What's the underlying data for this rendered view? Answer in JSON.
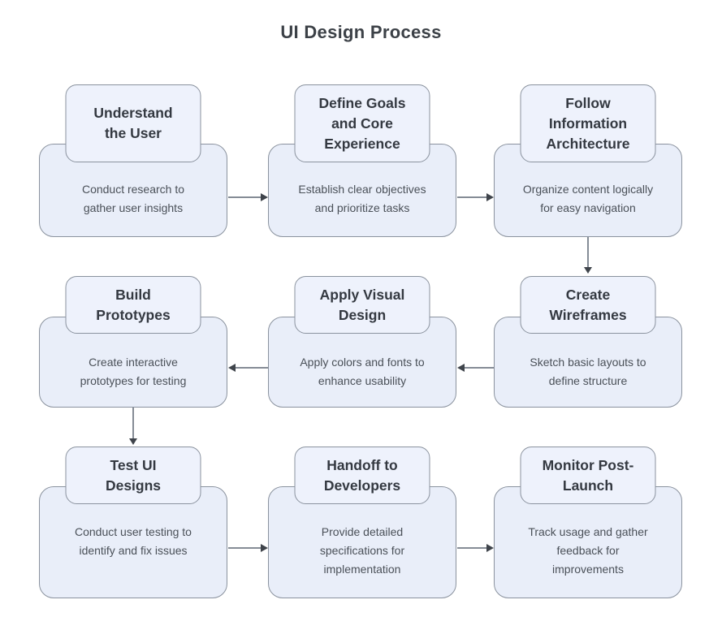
{
  "title": "UI Design Process",
  "colors": {
    "node_fill": "#e9eef9",
    "title_fill": "#eef2fc",
    "node_border": "#8a929e",
    "arrow_line": "#858c96",
    "arrow_head": "#3f444b",
    "heading_text": "#3c4147",
    "node_title_text": "#343941",
    "node_desc_text": "#4a5058"
  },
  "nodes": [
    {
      "id": "understand-the-user",
      "title": "Understand\nthe User",
      "description": "Conduct research to\ngather user insights"
    },
    {
      "id": "define-goals-and-core-experience",
      "title": "Define Goals\nand Core\nExperience",
      "description": "Establish clear objectives\nand prioritize tasks"
    },
    {
      "id": "follow-information-architecture",
      "title": "Follow\nInformation\nArchitecture",
      "description": "Organize content logically\nfor easy navigation"
    },
    {
      "id": "create-wireframes",
      "title": "Create\nWireframes",
      "description": "Sketch basic layouts to\ndefine structure"
    },
    {
      "id": "apply-visual-design",
      "title": "Apply Visual\nDesign",
      "description": "Apply colors and fonts to\nenhance usability"
    },
    {
      "id": "build-prototypes",
      "title": "Build\nPrototypes",
      "description": "Create interactive\nprototypes for testing"
    },
    {
      "id": "test-ui-designs",
      "title": "Test UI\nDesigns",
      "description": "Conduct user testing to\nidentify and fix issues"
    },
    {
      "id": "handoff-to-developers",
      "title": "Handoff to\nDevelopers",
      "description": "Provide detailed\nspecifications for\nimplementation"
    },
    {
      "id": "monitor-post-launch",
      "title": "Monitor Post-\nLaunch",
      "description": "Track usage and gather\nfeedback for\nimprovements"
    }
  ],
  "connections": [
    {
      "from": "understand-the-user",
      "to": "define-goals-and-core-experience",
      "direction": "right"
    },
    {
      "from": "define-goals-and-core-experience",
      "to": "follow-information-architecture",
      "direction": "right"
    },
    {
      "from": "follow-information-architecture",
      "to": "create-wireframes",
      "direction": "down"
    },
    {
      "from": "create-wireframes",
      "to": "apply-visual-design",
      "direction": "left"
    },
    {
      "from": "apply-visual-design",
      "to": "build-prototypes",
      "direction": "left"
    },
    {
      "from": "build-prototypes",
      "to": "test-ui-designs",
      "direction": "down"
    },
    {
      "from": "test-ui-designs",
      "to": "handoff-to-developers",
      "direction": "right"
    },
    {
      "from": "handoff-to-developers",
      "to": "monitor-post-launch",
      "direction": "right"
    }
  ]
}
